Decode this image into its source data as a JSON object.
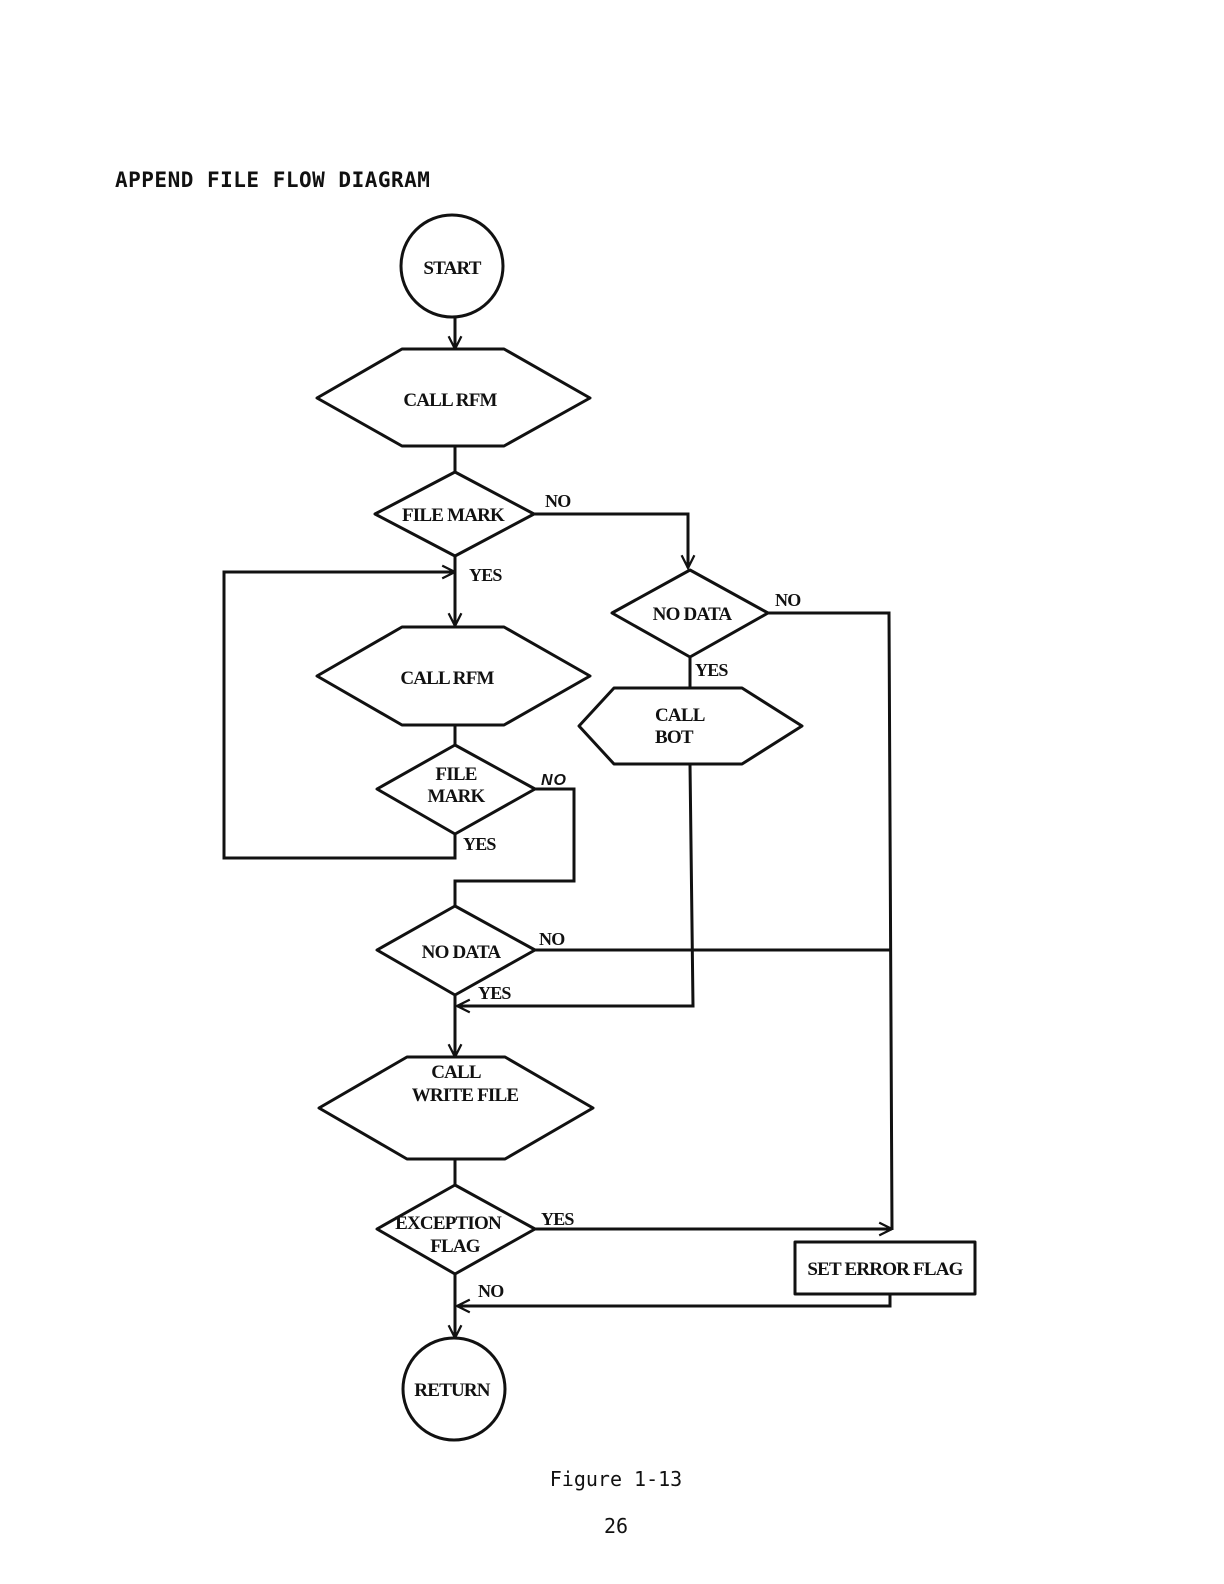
{
  "document": {
    "title": "APPEND FILE FLOW DIAGRAM",
    "caption": "Figure 1-13",
    "page_number": "26"
  },
  "nodes": {
    "start": "START",
    "call_rfm_1": "CALL RFM",
    "file_mark_1": "FILE MARK",
    "no_data_1": "NO DATA",
    "call_bot_line1": "CALL",
    "call_bot_line2": "BOT",
    "call_rfm_2": "CALL RFM",
    "file_mark_2_line1": "FILE",
    "file_mark_2_line2": "MARK",
    "no_data_2": "NO DATA",
    "call_write_line1": "CALL",
    "call_write_line2": "WRITE FILE",
    "exception_line1": "EXCEPTION",
    "exception_line2": "FLAG",
    "set_error_flag": "SET ERROR FLAG",
    "return": "RETURN"
  },
  "edge_labels": {
    "file_mark_1_no": "NO",
    "file_mark_1_yes": "YES",
    "no_data_1_no": "NO",
    "no_data_1_yes": "YES",
    "file_mark_2_no": "NO",
    "file_mark_2_yes": "YES",
    "no_data_2_no": "NO",
    "no_data_2_yes": "YES",
    "exception_yes": "YES",
    "exception_no": "NO"
  }
}
